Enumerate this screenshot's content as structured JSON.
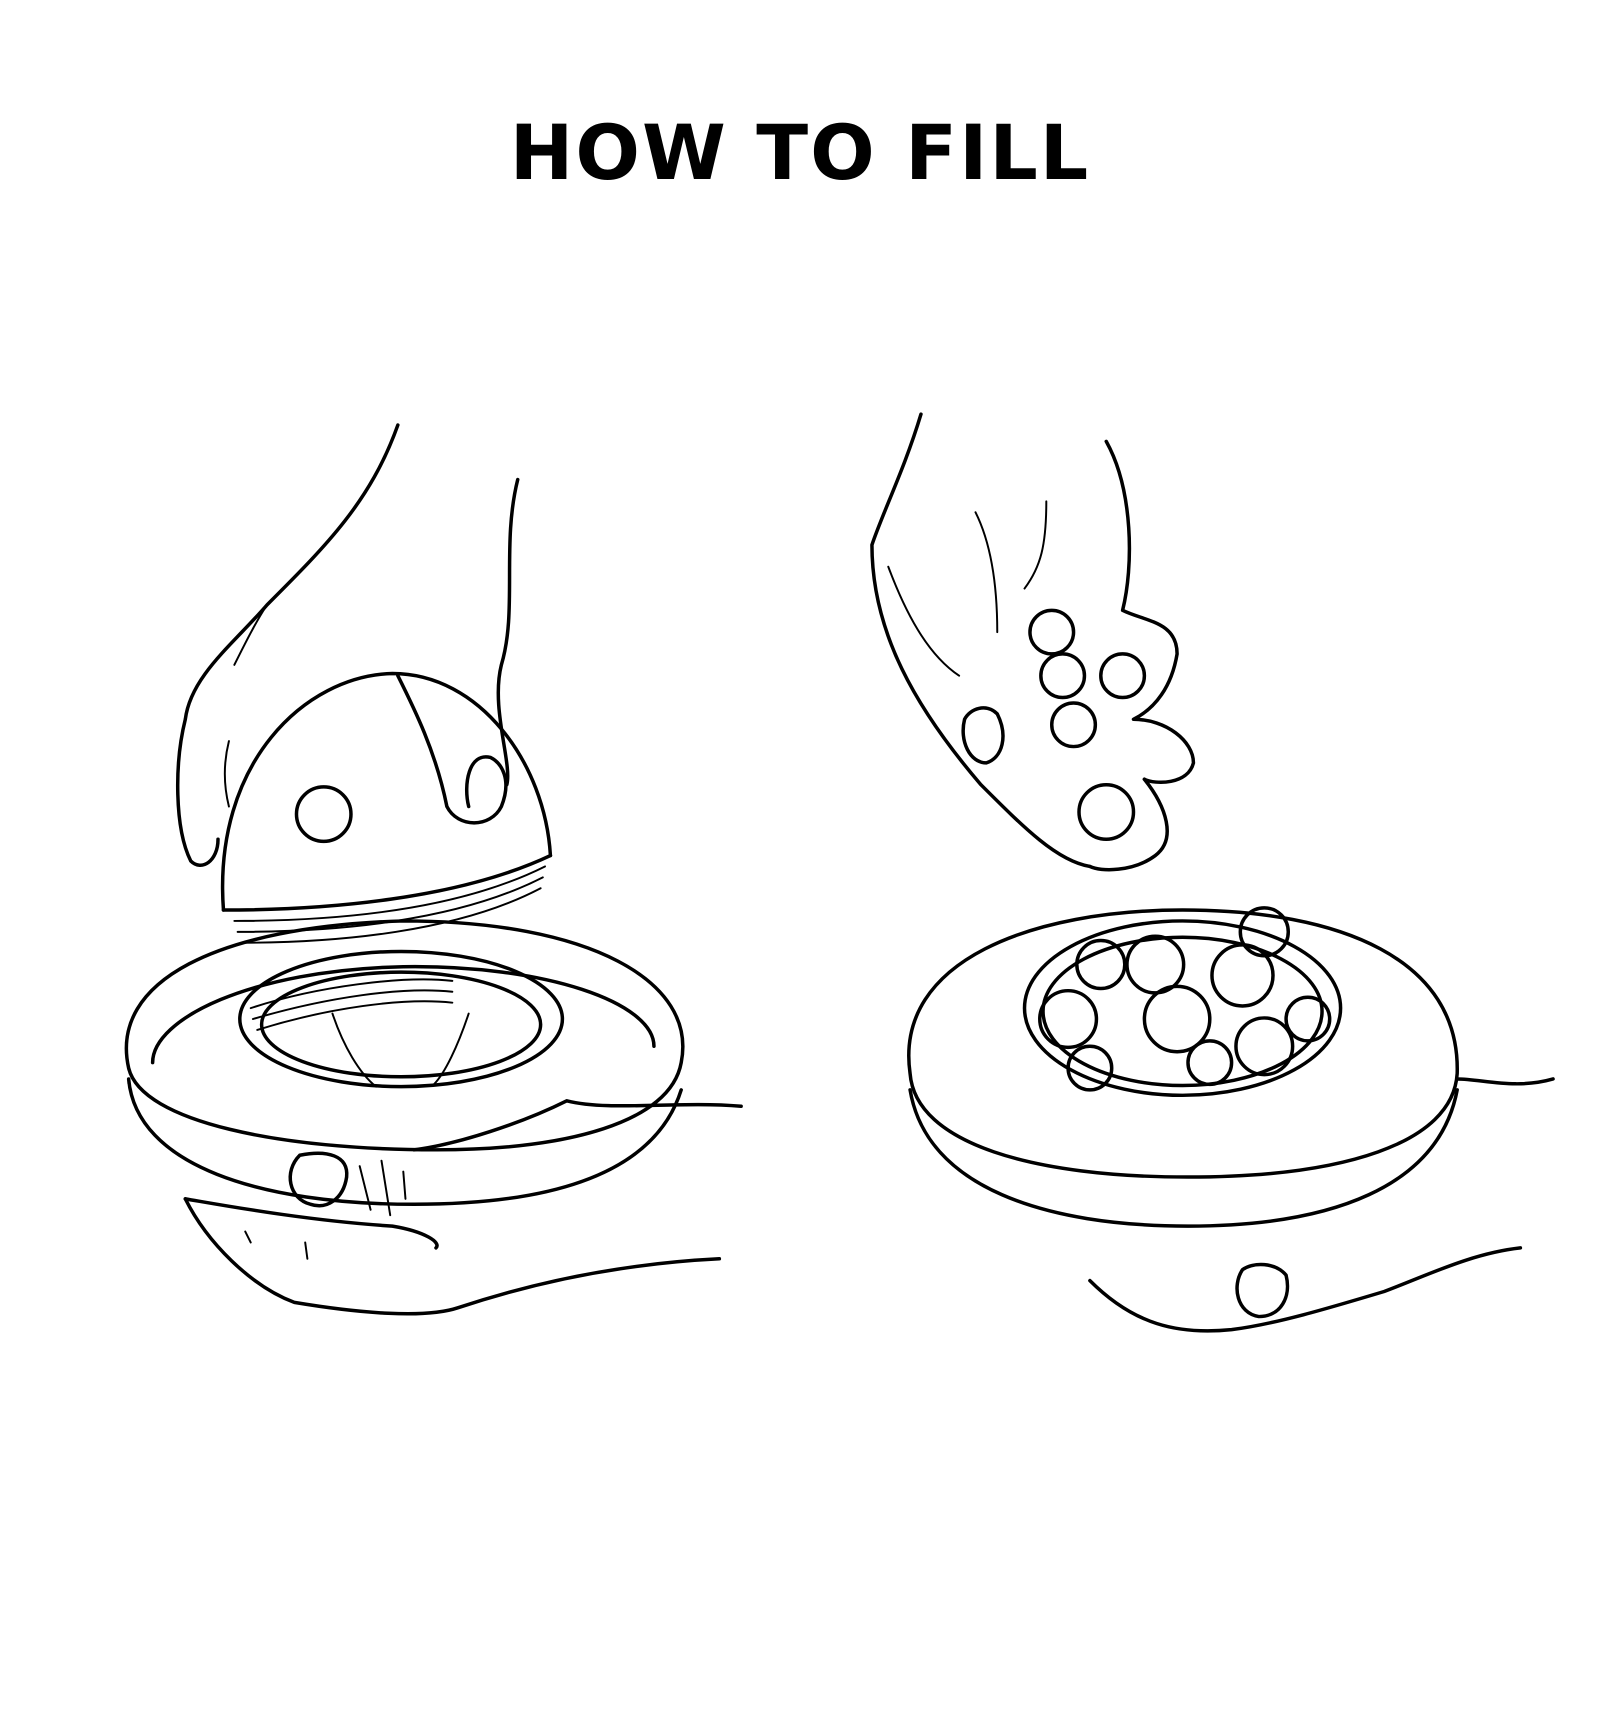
{
  "title": "HOW TO FILL",
  "steps": [
    {
      "name": "step-1-unscrew-lid",
      "icon": "hand-removing-lid-illustration"
    },
    {
      "name": "step-2-add-filling",
      "icon": "hand-pouring-pieces-illustration"
    }
  ],
  "colors": {
    "ink": "#000000",
    "background": "#ffffff"
  }
}
